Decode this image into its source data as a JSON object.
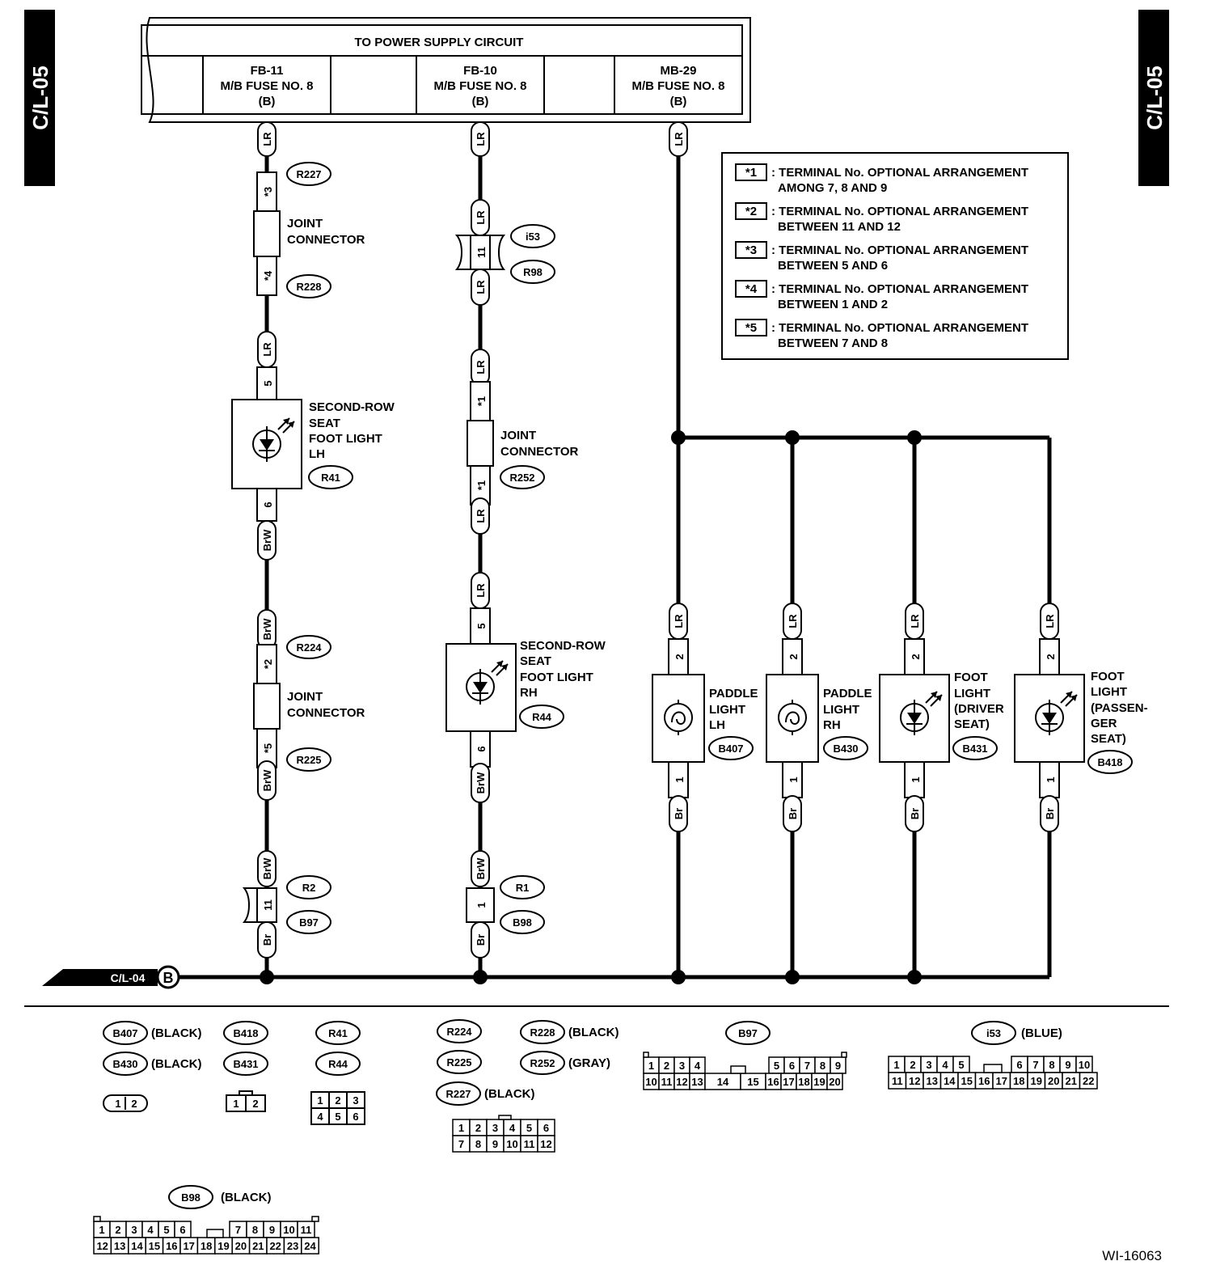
{
  "page": {
    "tab_left": "C/L-05",
    "tab_right": "C/L-05",
    "figure_id": "WI-16063"
  },
  "power_supply": {
    "title": "TO POWER SUPPLY CIRCUIT",
    "fuses": [
      {
        "id": "FB-11",
        "name": "M/B FUSE NO. 8",
        "conn": "(B)"
      },
      {
        "id": "FB-10",
        "name": "M/B FUSE NO. 8",
        "conn": "(B)"
      },
      {
        "id": "MB-29",
        "name": "M/B FUSE NO. 8",
        "conn": "(B)"
      }
    ]
  },
  "legend": [
    {
      "mark": "*1",
      "text1": ": TERMINAL No. OPTIONAL ARRANGEMENT",
      "text2": "AMONG 7, 8  AND 9"
    },
    {
      "mark": "*2",
      "text1": ": TERMINAL No. OPTIONAL ARRANGEMENT",
      "text2": "BETWEEN 11 AND 12"
    },
    {
      "mark": "*3",
      "text1": ": TERMINAL No. OPTIONAL ARRANGEMENT",
      "text2": "BETWEEN 5 AND 6"
    },
    {
      "mark": "*4",
      "text1": ": TERMINAL No. OPTIONAL ARRANGEMENT",
      "text2": "BETWEEN 1 AND 2"
    },
    {
      "mark": "*5",
      "text1": ": TERMINAL No. OPTIONAL ARRANGEMENT",
      "text2": "BETWEEN 7 AND 8"
    }
  ],
  "wires": {
    "lr": "LR",
    "brw": "BrW",
    "br": "Br"
  },
  "pins": {
    "s3": "*3",
    "s4": "*4",
    "s1": "*1",
    "s2": "*2",
    "s5": "*5",
    "p5": "5",
    "p6": "6",
    "p11": "11",
    "p2": "2",
    "p1": "1"
  },
  "connectors": {
    "R227": "R227",
    "R228": "R228",
    "R41": "R41",
    "R224": "R224",
    "R225": "R225",
    "R2": "R2",
    "B97": "B97",
    "i53": "i53",
    "R98": "R98",
    "R252": "R252",
    "R44": "R44",
    "R1": "R1",
    "B98": "B98",
    "B407": "B407",
    "B430": "B430",
    "B431": "B431",
    "B418": "B418"
  },
  "components": {
    "joint": [
      "JOINT",
      "CONNECTOR"
    ],
    "foot_lh": [
      "SECOND-ROW",
      "SEAT",
      "FOOT LIGHT",
      "LH"
    ],
    "foot_rh": [
      "SECOND-ROW",
      "SEAT",
      "FOOT LIGHT",
      "RH"
    ],
    "paddle_lh": [
      "PADDLE",
      "LIGHT",
      "LH"
    ],
    "paddle_rh": [
      "PADDLE",
      "LIGHT",
      "RH"
    ],
    "foot_driver": [
      "FOOT",
      "LIGHT",
      "(DRIVER",
      "SEAT)"
    ],
    "foot_pass": [
      "FOOT",
      "LIGHT",
      "(PASSEN-",
      "GER",
      "SEAT)"
    ]
  },
  "ground_ref": {
    "page": "C/L-04",
    "letter": "B"
  },
  "connector_views": {
    "black": "(BLACK)",
    "gray": "(GRAY)",
    "blue": "(BLUE)",
    "B407": "B407",
    "B430": "B430",
    "B418": "B418",
    "B431": "B431",
    "R41": "R41",
    "R44": "R44",
    "R224": "R224",
    "R225": "R225",
    "R227": "R227",
    "R228": "R228",
    "R252": "R252",
    "B97": "B97",
    "i53": "i53",
    "B98": "B98",
    "pins2": [
      "1",
      "2"
    ],
    "pins6": [
      [
        "1",
        "2",
        "3"
      ],
      [
        "4",
        "5",
        "6"
      ]
    ],
    "pins12": [
      [
        "1",
        "2",
        "3",
        "4",
        "5",
        "6"
      ],
      [
        "7",
        "8",
        "9",
        "10",
        "11",
        "12"
      ]
    ],
    "pins20_top": [
      "1",
      "2",
      "3",
      "4",
      "5",
      "6",
      "7",
      "8",
      "9"
    ],
    "pins20_bot": [
      "10",
      "11",
      "12",
      "13",
      "14",
      "15",
      "16",
      "17",
      "18",
      "19",
      "20"
    ],
    "pins22_top": [
      "1",
      "2",
      "3",
      "4",
      "5",
      "6",
      "7",
      "8",
      "9",
      "10"
    ],
    "pins22_bot": [
      "11",
      "12",
      "13",
      "14",
      "15",
      "16",
      "17",
      "18",
      "19",
      "20",
      "21",
      "22"
    ],
    "pins24_top": [
      "1",
      "2",
      "3",
      "4",
      "5",
      "6",
      "7",
      "8",
      "9",
      "10",
      "11"
    ],
    "pins24_bot": [
      "12",
      "13",
      "14",
      "15",
      "16",
      "17",
      "18",
      "19",
      "20",
      "21",
      "22",
      "23",
      "24"
    ]
  }
}
